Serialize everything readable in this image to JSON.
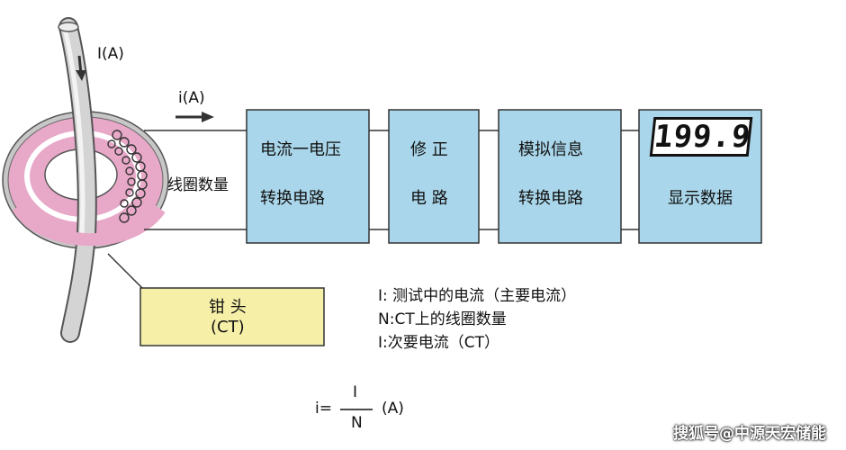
{
  "labels": {
    "primary_current": "I(A)",
    "secondary_current": "i(A)",
    "coil_turns": "线圈数量"
  },
  "clamp_box": {
    "line1": "钳 头",
    "line2": "(CT)"
  },
  "boxes": [
    {
      "line1": "电流一电压",
      "line2": "转换电路"
    },
    {
      "line1": "修 正",
      "line2": "电 路"
    },
    {
      "line1": "模拟信息",
      "line2": "转换电路"
    },
    {
      "display": "199.9",
      "line2": "显示数据"
    }
  ],
  "legend": [
    "I: 测试中的电流（主要电流）",
    "N:CT上的线圈数量",
    "I:次要电流（CT）"
  ],
  "formula": {
    "lhs": "i=",
    "numerator": "I",
    "denominator": "N",
    "unit": "(A)"
  },
  "watermark": "搜狐号@中源天宏储能",
  "colors": {
    "box_fill": "#a9d6ea",
    "clamp_fill": "#f6efa8",
    "ring": "#e8a8c8"
  }
}
